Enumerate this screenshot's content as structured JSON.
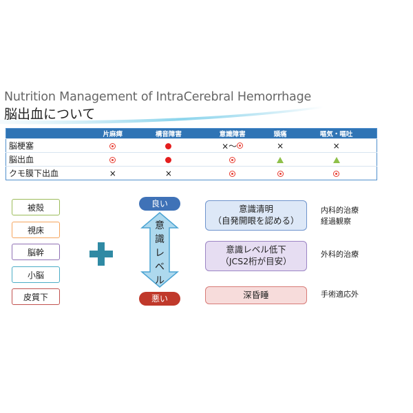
{
  "title": {
    "english": "Nutrition Management of IntraCerebral Hemorrhage",
    "japanese": "脳出血について"
  },
  "table": {
    "headers": [
      "",
      "片麻痺",
      "構音障害",
      "意識障害",
      "頭痛",
      "嘔気・嘔吐"
    ],
    "rows": [
      {
        "label": "脳梗塞",
        "cells": [
          "circle",
          "dot",
          "x-circle",
          "x",
          "x"
        ]
      },
      {
        "label": "脳出血",
        "cells": [
          "circle",
          "dot",
          "circle",
          "triangle",
          "triangle"
        ]
      },
      {
        "label": "クモ膜下出血",
        "cells": [
          "x",
          "x",
          "circle",
          "circle",
          "circle"
        ]
      }
    ],
    "symbols": {
      "x": "×",
      "x_circle_text": "×～"
    }
  },
  "locations": [
    {
      "label": "被殻",
      "color": "#9bbb59"
    },
    {
      "label": "視床",
      "color": "#f5a45c"
    },
    {
      "label": "脳幹",
      "color": "#8e6fb3"
    },
    {
      "label": "小脳",
      "color": "#4aacc6"
    },
    {
      "label": "皮質下",
      "color": "#c0504d"
    }
  ],
  "level": {
    "top_label": "良い",
    "bottom_label": "悪い",
    "axis_chars": [
      "意",
      "識",
      "レ",
      "ベ",
      "ル"
    ]
  },
  "consciousness": [
    {
      "line1": "意識清明",
      "line2": "（自発開眼を認める）",
      "treatment_line1": "内科的治療",
      "treatment_line2": "経過観察"
    },
    {
      "line1": "意識レベル低下",
      "line2": "（JCS2桁が目安）",
      "treatment_line1": "外科的治療",
      "treatment_line2": ""
    },
    {
      "line1": "深昏睡",
      "line2": "",
      "treatment_line1": "手術適応外",
      "treatment_line2": ""
    }
  ],
  "colors": {
    "header_blue": "#2f74b5",
    "plus_teal": "#2f8aa4",
    "pill_good": "#3f72b7",
    "pill_bad": "#c0392b",
    "arrow_fill": "#aed9ee",
    "arrow_stroke": "#4aa3d2",
    "box_blue_fill": "#dde8f7",
    "box_blue_border": "#6d93cc",
    "box_purple_fill": "#e6ddf2",
    "box_purple_border": "#9b84c4",
    "box_red_fill": "#f7dcdb",
    "box_red_border": "#d77a76"
  }
}
